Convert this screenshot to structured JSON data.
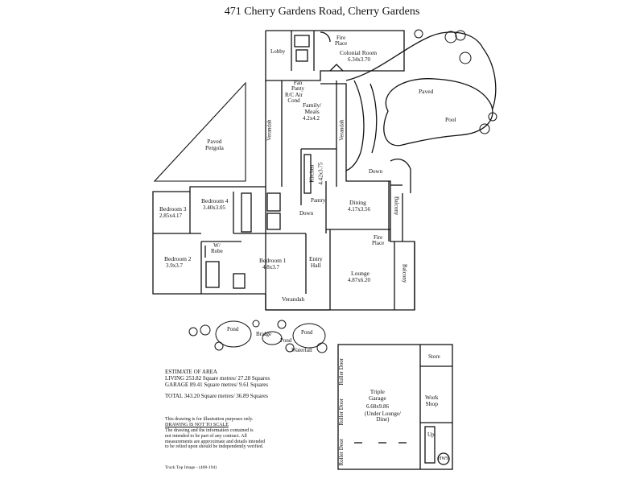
{
  "title": "471 Cherry Gardens Road,  Cherry Gardens",
  "rooms": {
    "lobby": "Lobby",
    "fire_place_top": "Fire\nPlace",
    "colonial_room": "Colonial Room",
    "colonial_room_dim": "6.34x3.70",
    "paved_top": "Paved",
    "pool": "Pool",
    "pan_pantry": "Pan\nPanty",
    "rc_air_cond": "R/C Air\nCond",
    "family_meals": "Family/\nMeals",
    "family_meals_dim": "4.2x4.2",
    "verandah_left": "Verandah",
    "verandah_center": "Verandah",
    "paved_pergola": "Paved\nPergola",
    "kitchen": "Kitchen",
    "kitchen_dim": "4.42x3.75",
    "down_right": "Down",
    "pantry": "Pantry",
    "dining": "Dining",
    "dining_dim": "4.17x3.56",
    "balcony_top": "Balcony",
    "bedroom4": "Bedroom 4",
    "bedroom4_dim": "3.40x3.05",
    "bedroom3": "Bedroom 3",
    "bedroom3_dim": "2.85x4.17",
    "down_center": "Down",
    "fire_place_mid": "Fire\nPlace",
    "wc_robe": "W/\nRobe",
    "bedroom1": "Bedroom 1",
    "bedroom1_dim": "4.8x3.7",
    "entry_hall": "Entry\nHall",
    "bedroom2": "Bedroom 2",
    "bedroom2_dim": "3.9x3.7",
    "lounge": "Lounge",
    "lounge_dim": "4.87x6.20",
    "balcony_bottom": "Balcony",
    "verandah_bottom": "Verandah",
    "pond_left": "Pond",
    "bridge": "Bridge",
    "pond_mid": "Pond",
    "pond_right": "Pond",
    "waterfall": "Waterfall",
    "store": "Store",
    "roller_door_1": "Roller Door",
    "roller_door_2": "Roller Door",
    "roller_door_3": "Roller Door",
    "triple_garage": "Triple\nGarage",
    "triple_garage_dim": "6.68x9.86",
    "garage_note": "(Under Lounge/\nDine)",
    "work_shop": "Work\nShop",
    "up": "Up",
    "hws": "HWS"
  },
  "area": {
    "heading": "ESTIMATE OF AREA",
    "living": "LIVING 253.82 Square metres/  27.28 Squares",
    "garage": "GARAGE  89.41 Square metres/  9.61 Squares",
    "total": "TOTAL   343.20 Square metres/  36.89 Squares"
  },
  "disclaimer": {
    "line1": "This drawing is for illustration purposes only.",
    "line2": "DRAWING IS NOT TO SCALE",
    "line3": "The drawing and the information contained is",
    "line4": "not intended to be part of any contract.  All",
    "line5": "measurements are approximate and details intended",
    "line6": "to be relied upon should be independently verified."
  },
  "footer": "Track Top Image - (408-194)",
  "colors": {
    "ink": "#111111",
    "paper": "#ffffff"
  }
}
